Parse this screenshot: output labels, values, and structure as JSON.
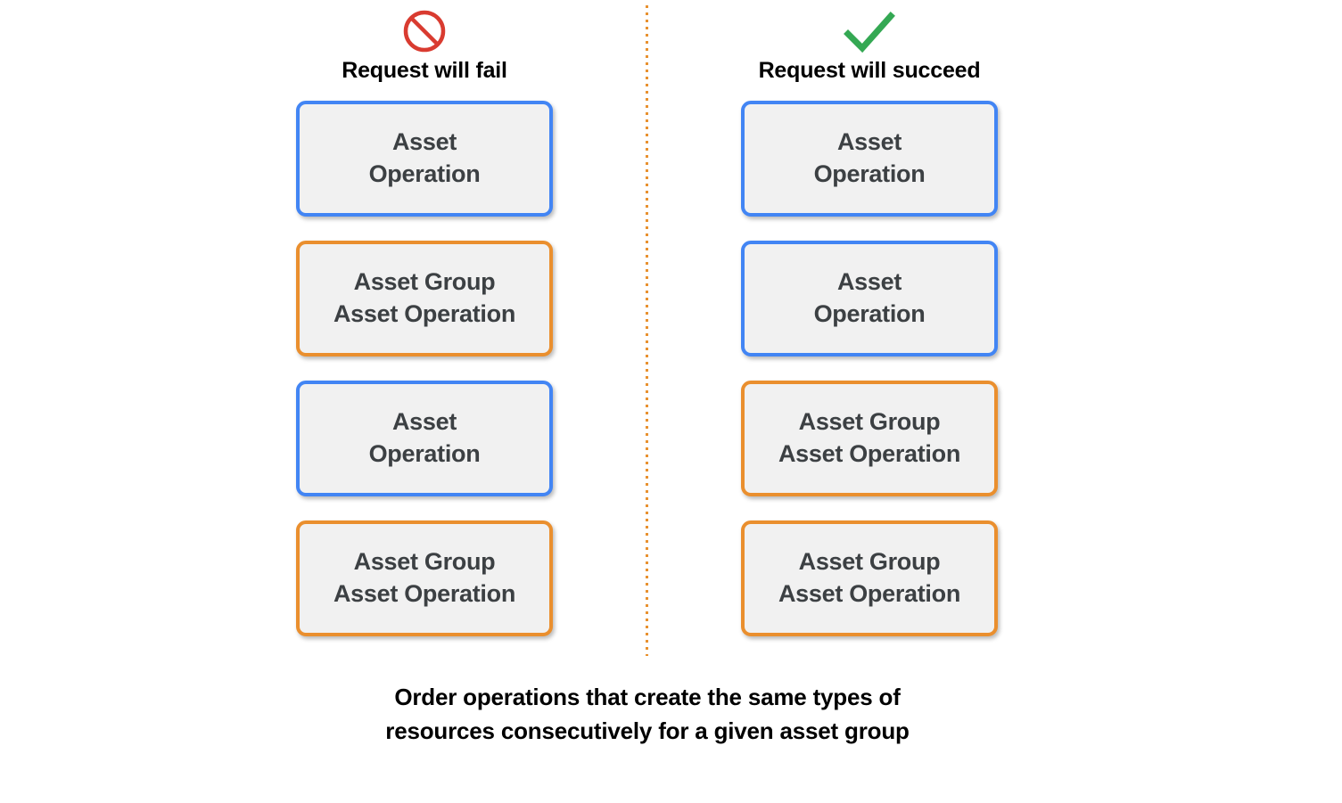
{
  "colors": {
    "blue_accent": "#4285f4",
    "orange_accent": "#ea8f2e",
    "fail_icon": "#d93b30",
    "success_icon": "#34a853",
    "card_fill": "#f1f1f1",
    "card_text": "#3c4043",
    "divider": "#e8912f",
    "background": "#ffffff"
  },
  "columns": [
    {
      "id": "fail",
      "icon": "prohibition-icon",
      "header": "Request will fail",
      "cards": [
        {
          "accent": "blue",
          "text": "Asset\nOperation"
        },
        {
          "accent": "orange",
          "text": "Asset Group\nAsset Operation"
        },
        {
          "accent": "blue",
          "text": "Asset\nOperation"
        },
        {
          "accent": "orange",
          "text": "Asset Group\nAsset Operation"
        }
      ]
    },
    {
      "id": "succeed",
      "icon": "checkmark-icon",
      "header": "Request will succeed",
      "cards": [
        {
          "accent": "blue",
          "text": "Asset\nOperation"
        },
        {
          "accent": "blue",
          "text": "Asset\nOperation"
        },
        {
          "accent": "orange",
          "text": "Asset Group\nAsset Operation"
        },
        {
          "accent": "orange",
          "text": "Asset Group\nAsset Operation"
        }
      ]
    }
  ],
  "caption": "Order operations that create the same types of\nresources consecutively for a given asset group"
}
